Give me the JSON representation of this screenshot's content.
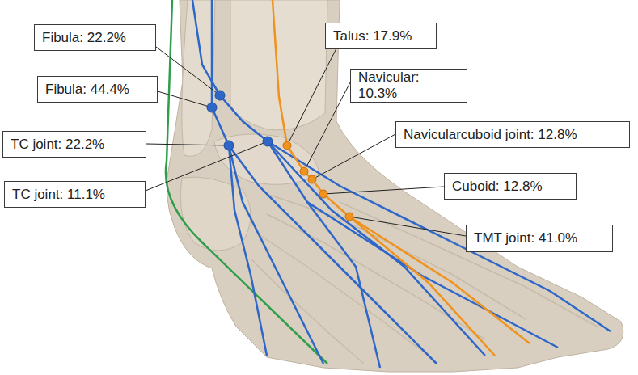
{
  "diagram": {
    "nodes": [
      {
        "text": [
          "Fibula: 22.2%"
        ]
      },
      {
        "text": [
          "Talus: 17.9%"
        ]
      },
      {
        "text": [
          "Fibula: 44.4%"
        ]
      },
      {
        "text": [
          "Navicular: 10.3%"
        ]
      },
      {
        "text": [
          "TC joint: 22.2%"
        ]
      },
      {
        "text": [
          "Navicularcuboid joint: 12.8%"
        ]
      },
      {
        "text": [
          "TC joint: 11.1%"
        ]
      },
      {
        "text": [
          "Cuboid: 12.8%"
        ]
      },
      {
        "text": [
          "TMT joint: 41.0%"
        ]
      }
    ]
  }
}
